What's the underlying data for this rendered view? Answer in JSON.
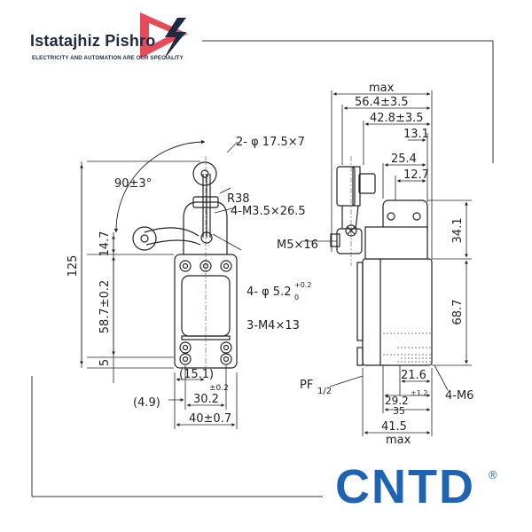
{
  "brand": {
    "name": "Istatajhiz Pishro",
    "tagline": "ELECTRICITY AND AUTOMATION ARE OUR SPECIALITY",
    "logo_color": "#e64b5a"
  },
  "manufacturer": {
    "logo_text": "CNTD",
    "registered_mark": "®",
    "color": "#1f64b3"
  },
  "front_view": {
    "roller_spec": "2- φ 17.5×7",
    "angle": "90±3°",
    "radius": "R38",
    "screw_spec": "4-M3.5×26.5",
    "hole_spec_main": "4- φ 5.2",
    "hole_tol_upper": "+0.2",
    "hole_tol_lower": "0",
    "mount_screw": "3-M4×13",
    "dim_total_height": "125",
    "dim_actuator_height": "14.7",
    "dim_body_height": "58.7±0.2",
    "dim_base": "5",
    "dim_ref_width": "(15.1)",
    "dim_hole_pitch": "30.2",
    "dim_hole_pitch_tol": "±0.2",
    "dim_offset": "(4.9)",
    "dim_body_width": "40±0.7"
  },
  "side_view": {
    "label_max_top": "max",
    "dim_56": "56.4±3.5",
    "dim_42": "42.8±3.5",
    "dim_13": "13.1",
    "dim_25": "25.4",
    "dim_12": "12.7",
    "lever_screw": "M5×16",
    "dim_34": "34.1",
    "dim_68": "68.7",
    "conduit_label": "PF",
    "conduit_fraction": "1/2",
    "dim_21": "21.6",
    "dim_29_main": "29.2",
    "dim_29_tol": "±1.2",
    "dim_35": "35",
    "bottom_screws": "4-M6",
    "dim_41": "41.5",
    "label_max_bottom": "max"
  }
}
